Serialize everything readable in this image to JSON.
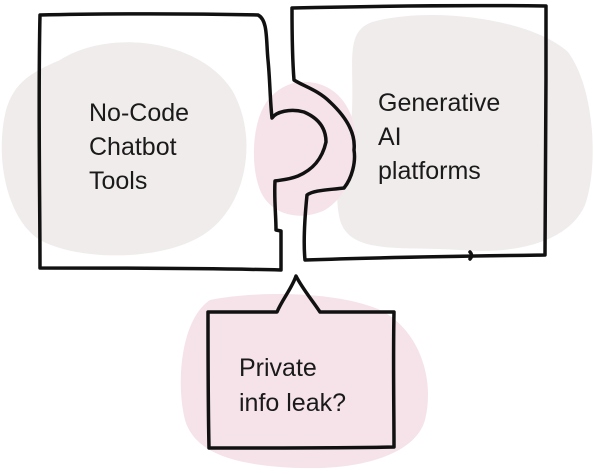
{
  "colors": {
    "blob": "#f1ecec",
    "blob_pink": "#f6e4ea",
    "stroke": "#111111",
    "text": "#1a1a1a"
  },
  "diagram": {
    "left_box": {
      "lines": [
        "No-Code",
        "Chatbot",
        "Tools"
      ]
    },
    "right_box": {
      "lines": [
        "Generative",
        "AI",
        "platforms"
      ]
    },
    "callout": {
      "lines": [
        "Private",
        "info leak?"
      ]
    }
  }
}
